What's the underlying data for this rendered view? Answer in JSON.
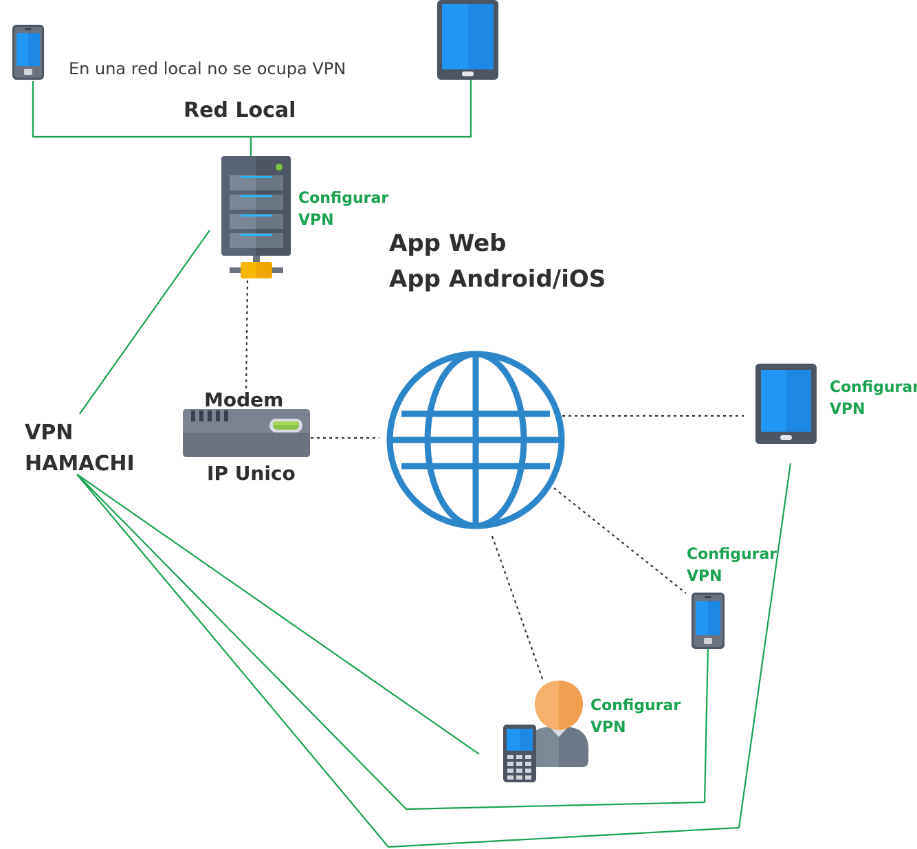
{
  "labels": {
    "note": "En una red local no se ocupa VPN",
    "red_local": "Red Local",
    "app_line1": "App Web",
    "app_line2": "App Android/iOS",
    "modem": "Modem",
    "ip_unico": "IP Unico",
    "vpn_line1": "VPN",
    "vpn_line2": "HAMACHI",
    "configurar": "Configurar",
    "vpn": "VPN"
  },
  "colors": {
    "link_green": "#1aa251",
    "dotted": "#333333",
    "globe": "#2d86c8",
    "screen": "#2196f3",
    "text_dark": "#2f2f2f"
  },
  "icons": [
    "phone-icon",
    "tablet-icon",
    "server-icon",
    "modem-icon",
    "globe-icon",
    "user-icon",
    "keypad-phone-icon"
  ]
}
